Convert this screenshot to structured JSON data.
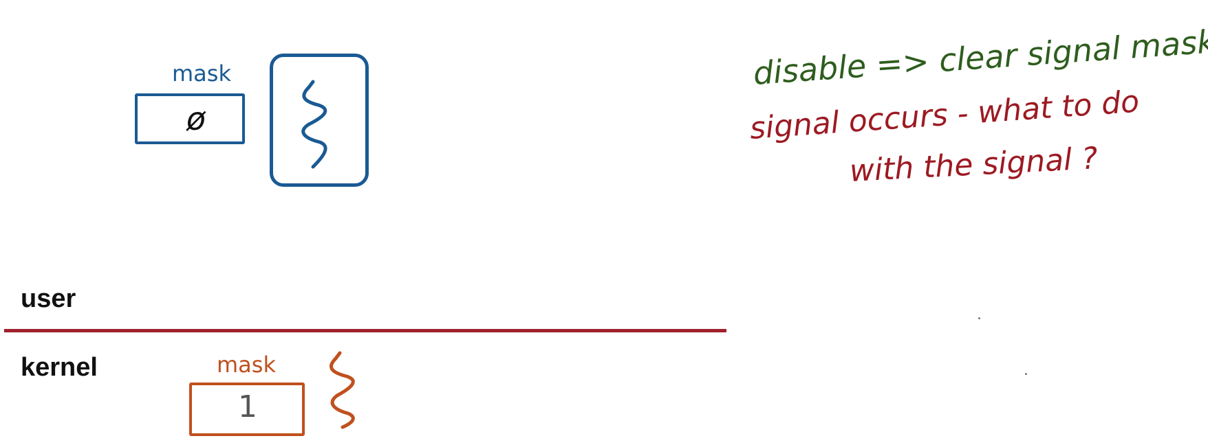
{
  "user_space": {
    "mask_label": "mask",
    "mask_value": "ø"
  },
  "boundary": {
    "user_label": "user",
    "kernel_label": "kernel"
  },
  "kernel_space": {
    "mask_label": "mask",
    "mask_value": "1"
  },
  "notes": {
    "line1": "disable => clear signal mask",
    "line2": "signal occurs - what to do",
    "line3": "with the signal ?"
  },
  "icons": {
    "thread": "thread-squiggle-icon",
    "kernel_thread": "kernel-thread-squiggle-icon"
  },
  "colors": {
    "user_blue": "#1a5a94",
    "kernel_orange": "#c0501e",
    "boundary_red": "#a0222e",
    "note_green": "#2e5d1e",
    "note_red": "#9c1a22"
  }
}
